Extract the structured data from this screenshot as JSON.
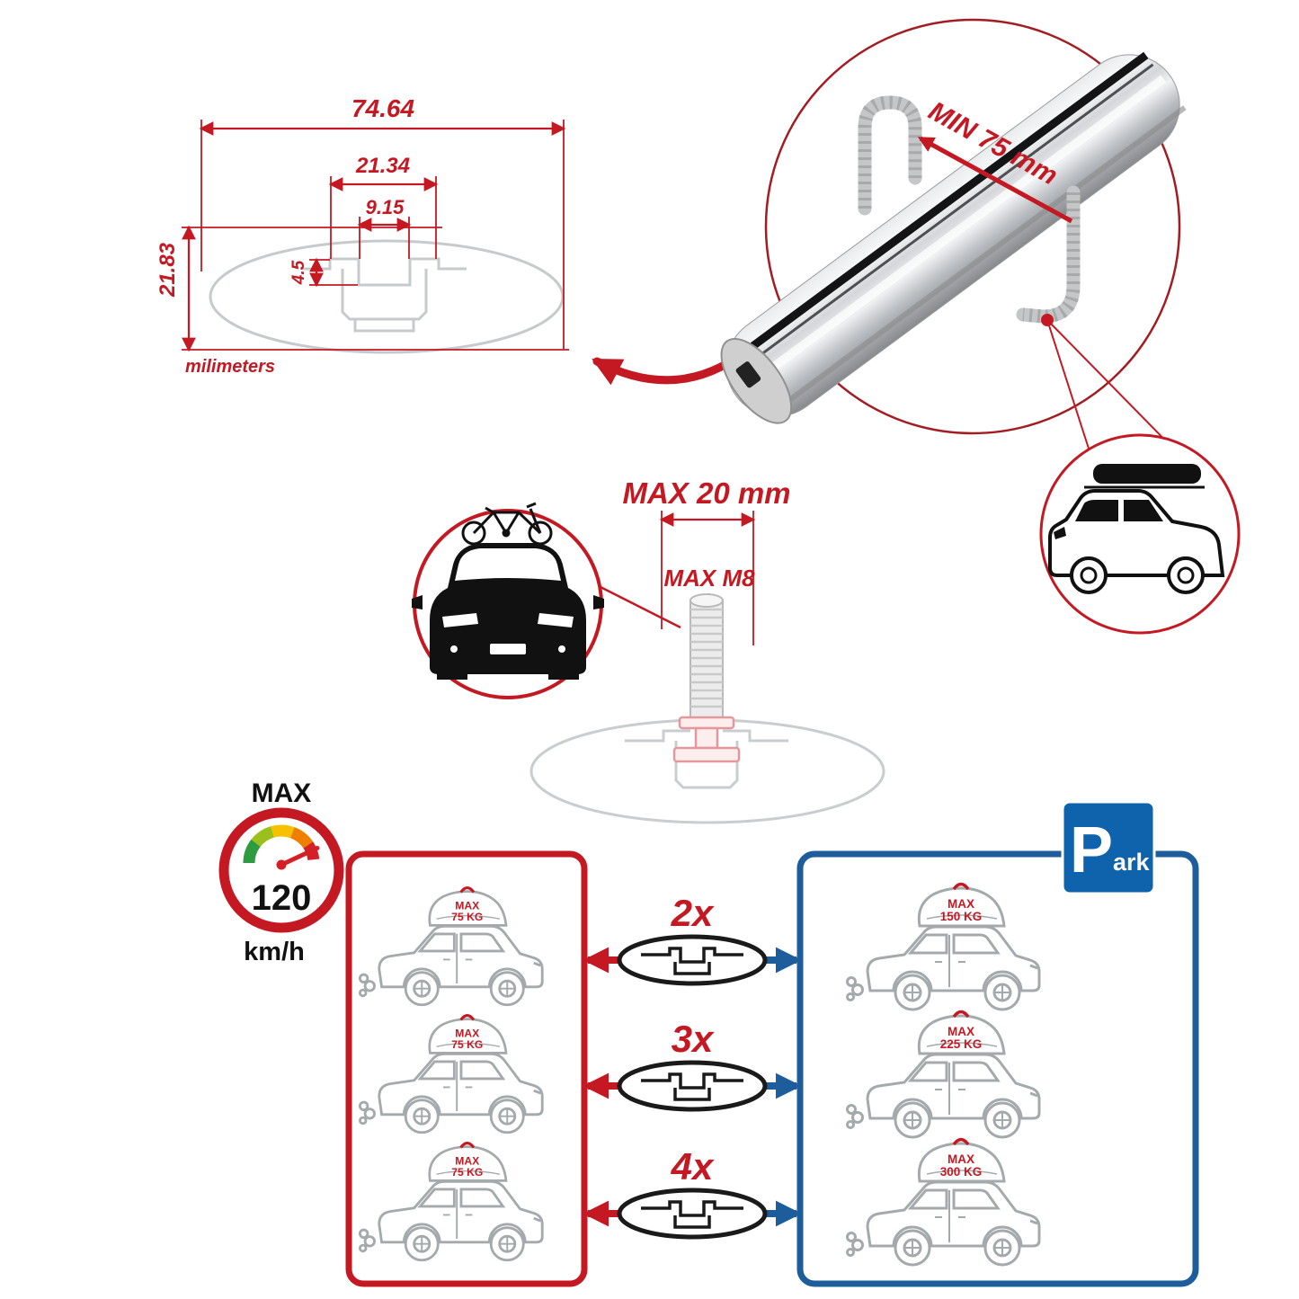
{
  "colors": {
    "accent_red": "#c41922",
    "accent_blue": "#1d5d9b",
    "drawing_gray": "#a4a9ac",
    "black": "#111111"
  },
  "dimension_drawing": {
    "total_width": "74.64",
    "slot_outer_width": "21.34",
    "slot_inner_width": "9.15",
    "slot_depth": "4.5",
    "total_height": "21.83",
    "units_label": "milimeters"
  },
  "bar_detail": {
    "min_clamp_label": "MIN 75 mm"
  },
  "bolt_detail": {
    "max_length_label": "MAX 20 mm",
    "max_thread_label": "MAX M8"
  },
  "speedometer": {
    "top_label": "MAX",
    "value": "120",
    "units": "km/h"
  },
  "multipliers": [
    "2x",
    "3x",
    "4x"
  ],
  "left_cars": [
    {
      "max": "MAX",
      "kg": "75 KG"
    },
    {
      "max": "MAX",
      "kg": "75 KG"
    },
    {
      "max": "MAX",
      "kg": "75 KG"
    }
  ],
  "right_cars": [
    {
      "max": "MAX",
      "kg": "150 KG"
    },
    {
      "max": "MAX",
      "kg": "225 KG"
    },
    {
      "max": "MAX",
      "kg": "300 KG"
    }
  ],
  "park_sign": {
    "letter": "P",
    "suffix": "ark"
  }
}
